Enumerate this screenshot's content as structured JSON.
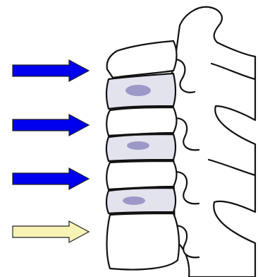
{
  "figure": {
    "arrows": [
      {
        "id": "arrow-level-1",
        "fill": "#0000ee"
      },
      {
        "id": "arrow-level-2",
        "fill": "#0000ee"
      },
      {
        "id": "arrow-level-3",
        "fill": "#0000ee"
      },
      {
        "id": "arrow-level-4",
        "fill": "#f6f3b5"
      }
    ],
    "colors": {
      "bone_fill": "#ffffff",
      "bone_stroke": "#111111",
      "disc_fill": "#e3e3ee",
      "nucleus_fill": "#9c99c8"
    }
  }
}
